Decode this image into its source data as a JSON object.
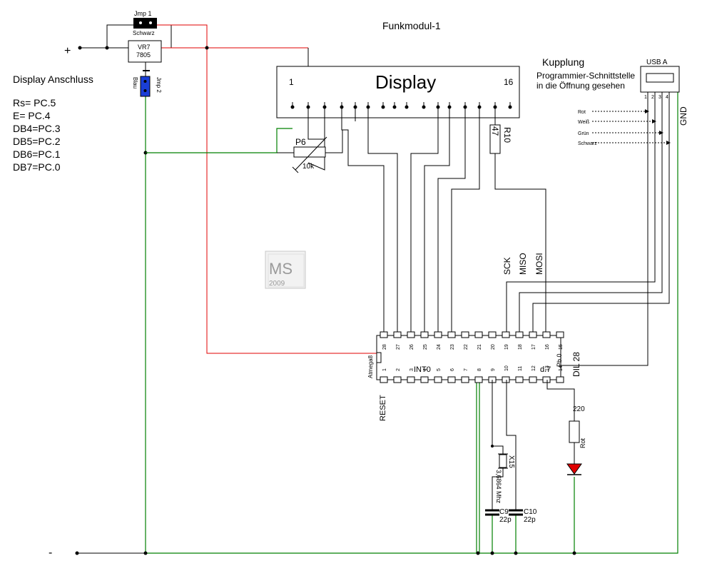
{
  "title": "Funkmodul-1",
  "supply": {
    "plus": "+",
    "minus": "-"
  },
  "jumper1": {
    "name": "Jmp 1",
    "color_label": "Schwarz"
  },
  "jumper2": {
    "name": "Jmp 2",
    "color_label": "Blau"
  },
  "regulator": {
    "name": "VR7",
    "type": "7805"
  },
  "display_anschluss": {
    "heading": "Display Anschluss",
    "lines": [
      "Rs=  PC.5",
      "E=    PC.4",
      "DB4=PC.3",
      "DB5=PC.2",
      "DB6=PC.1",
      "DB7=PC.0"
    ]
  },
  "display": {
    "label": "Display",
    "pin_first": "1",
    "pin_last": "16"
  },
  "pot": {
    "name": "P6",
    "value": "10k"
  },
  "resistor_r10": {
    "name": "R10",
    "value": "47"
  },
  "kupplung": {
    "heading": "Kupplung",
    "line1": "Programmier-Schnittstelle",
    "line2": "in die Öffnung gesehen",
    "usb_label": "USB A",
    "usb_pins": [
      "1",
      "2",
      "3",
      "4"
    ],
    "wires": [
      "Rot",
      "Weiß",
      "Grün",
      "Schwarz"
    ],
    "gnd": "GND"
  },
  "isp_labels": [
    "SCK",
    "MISO",
    "MOSI"
  ],
  "logo": {
    "initials": "MS",
    "year": "2009"
  },
  "chip": {
    "name": "Atmega8",
    "package": "DIL 28",
    "top_pins": [
      "28",
      "27",
      "26",
      "25",
      "24",
      "23",
      "22",
      "21",
      "20",
      "19",
      "18",
      "17",
      "16",
      "15"
    ],
    "bottom_pins": [
      "1",
      "2",
      "3",
      "4",
      "5",
      "6",
      "7",
      "8",
      "9",
      "10",
      "11",
      "12",
      "13",
      "14"
    ],
    "int0": "INT0",
    "d7": "d.7",
    "pb0": "Pb.0",
    "reset": "RESET"
  },
  "crystal": {
    "name": "X15",
    "value": "3,6864 Mhz"
  },
  "c9": {
    "name": "C9",
    "value": "22p"
  },
  "c10": {
    "name": "C10",
    "value": "22p"
  },
  "led": {
    "resistor": "220",
    "color": "Rot"
  },
  "colors": {
    "wire_supply": "#e00000",
    "wire_ground": "#008000",
    "jumper2": "#1a3fd6",
    "led": "#e00000"
  }
}
